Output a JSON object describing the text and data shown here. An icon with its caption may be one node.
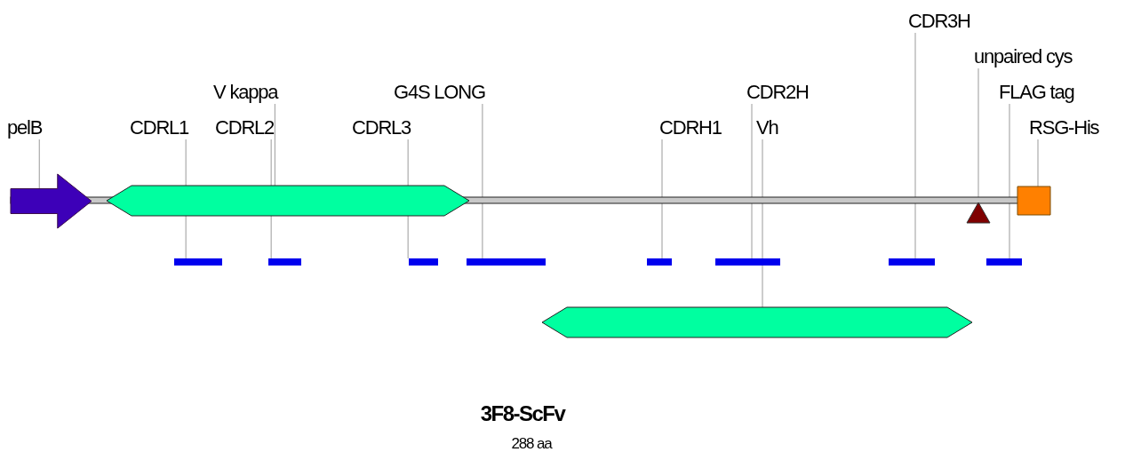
{
  "diagram": {
    "title": "3F8-ScFv",
    "caption": "288 aa",
    "nodes": [
      {
        "text": [
          "pelB"
        ]
      },
      {
        "text": [
          "V kappa"
        ]
      },
      {
        "text": [
          "CDRL1"
        ]
      },
      {
        "text": [
          "CDRL2"
        ]
      },
      {
        "text": [
          "CDRL3"
        ]
      },
      {
        "text": [
          "G4S LONG"
        ]
      },
      {
        "text": [
          "CDR2H"
        ]
      },
      {
        "text": [
          "CDRH1"
        ]
      },
      {
        "text": [
          "Vh"
        ]
      },
      {
        "text": [
          "CDR3H"
        ]
      },
      {
        "text": [
          "unpaired cys"
        ]
      },
      {
        "text": [
          "FLAG tag"
        ]
      },
      {
        "text": [
          "RSG-His"
        ]
      },
      {
        "text": [],
        "shape": "arrow"
      },
      {
        "text": [],
        "shape": "hexagon"
      },
      {
        "text": [],
        "shape": "bar"
      },
      {
        "text": [],
        "shape": "bar"
      },
      {
        "text": [],
        "shape": "bar"
      },
      {
        "text": [],
        "shape": "bar"
      },
      {
        "text": [],
        "shape": "bar"
      },
      {
        "text": [],
        "shape": "bar"
      },
      {
        "text": [],
        "shape": "hexagon"
      },
      {
        "text": [],
        "shape": "bar"
      },
      {
        "text": [],
        "shape": "triangle"
      },
      {
        "text": [],
        "shape": "bar"
      },
      {
        "text": [],
        "shape": "box"
      }
    ],
    "edges": [
      {
        "from": 0,
        "to": 13,
        "arrow": "none"
      },
      {
        "from": 1,
        "to": 14,
        "arrow": "none"
      },
      {
        "from": 2,
        "to": 15,
        "arrow": "none"
      },
      {
        "from": 3,
        "to": 16,
        "arrow": "none"
      },
      {
        "from": 4,
        "to": 17,
        "arrow": "none"
      },
      {
        "from": 5,
        "to": 18,
        "arrow": "none"
      },
      {
        "from": 6,
        "to": 20,
        "arrow": "none"
      },
      {
        "from": 7,
        "to": 19,
        "arrow": "none"
      },
      {
        "from": 8,
        "to": 21,
        "arrow": "none"
      },
      {
        "from": 9,
        "to": 22,
        "arrow": "none"
      },
      {
        "from": 10,
        "to": 23,
        "arrow": "none"
      },
      {
        "from": 11,
        "to": 24,
        "arrow": "none"
      },
      {
        "from": 12,
        "to": 25,
        "arrow": "none"
      }
    ]
  }
}
